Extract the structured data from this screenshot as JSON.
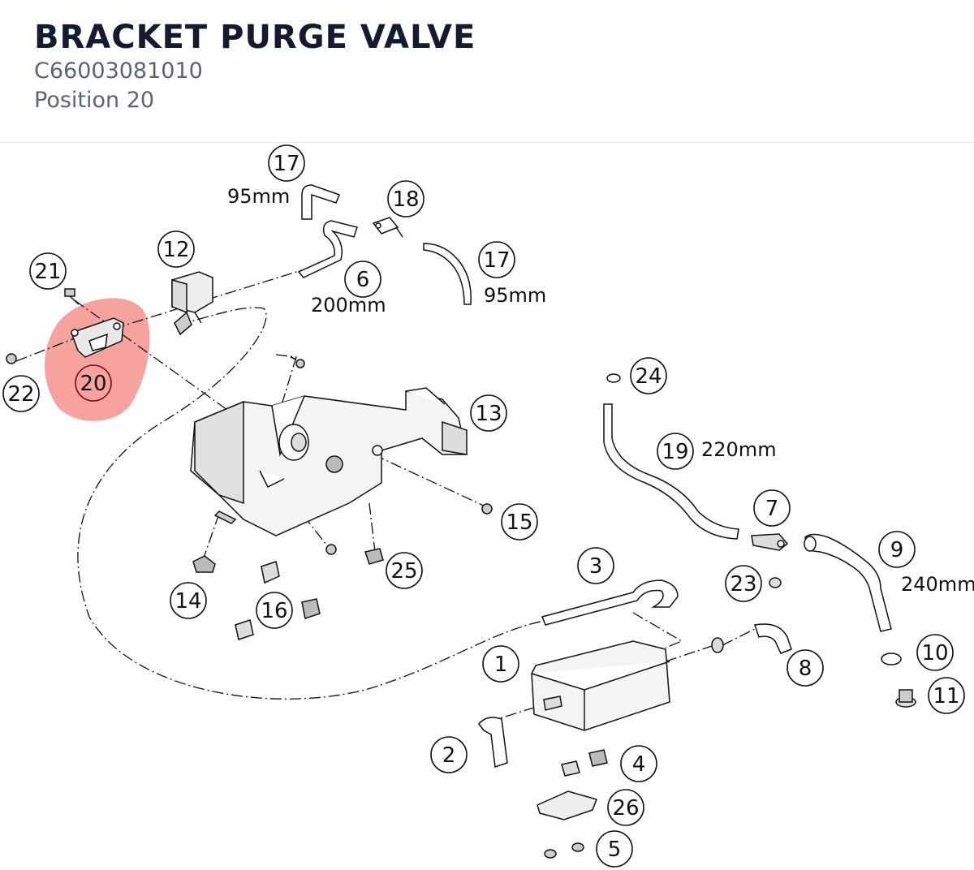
{
  "header": {
    "title": "BRACKET PURGE VALVE",
    "part_number": "C66003081010",
    "position": "Position 20"
  },
  "highlight": {
    "callout": "20",
    "color": "#f4938f"
  },
  "callouts": [
    {
      "num": "1"
    },
    {
      "num": "2"
    },
    {
      "num": "3"
    },
    {
      "num": "4"
    },
    {
      "num": "5"
    },
    {
      "num": "6"
    },
    {
      "num": "7"
    },
    {
      "num": "8"
    },
    {
      "num": "9"
    },
    {
      "num": "10"
    },
    {
      "num": "11"
    },
    {
      "num": "12"
    },
    {
      "num": "13"
    },
    {
      "num": "14"
    },
    {
      "num": "15"
    },
    {
      "num": "16"
    },
    {
      "num": "17"
    },
    {
      "num": "17"
    },
    {
      "num": "18"
    },
    {
      "num": "19"
    },
    {
      "num": "20"
    },
    {
      "num": "21"
    },
    {
      "num": "22"
    },
    {
      "num": "23"
    },
    {
      "num": "24"
    },
    {
      "num": "25"
    },
    {
      "num": "26"
    }
  ],
  "dimensions": [
    "95mm",
    "95mm",
    "200mm",
    "220mm",
    "240mm"
  ]
}
